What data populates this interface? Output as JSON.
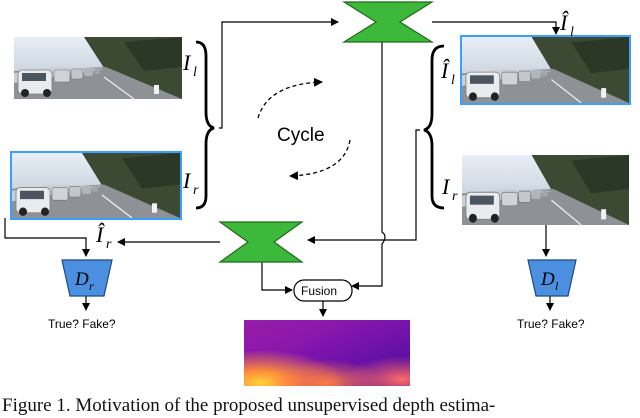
{
  "labels": {
    "I_l": "I",
    "I_l_sub": "l",
    "I_r": "I",
    "I_r_sub": "r",
    "I_hat": "Î",
    "cycle": "Cycle",
    "fusion": "Fusion",
    "D_r": "D",
    "D_r_sub": "r",
    "D_l": "D",
    "D_l_sub": "l",
    "true_fake_left": "True? Fake?",
    "true_fake_right": "True? Fake?"
  },
  "caption": "Figure 1. Motivation of the proposed unsupervised depth estima-",
  "colors": {
    "generator_fill": "#3cb83a",
    "generator_stroke": "#1f6b1c",
    "discriminator_fill": "#4a8fe0",
    "discriminator_stroke": "#1d4a85",
    "highlight_frame": "#3aa0ff"
  }
}
